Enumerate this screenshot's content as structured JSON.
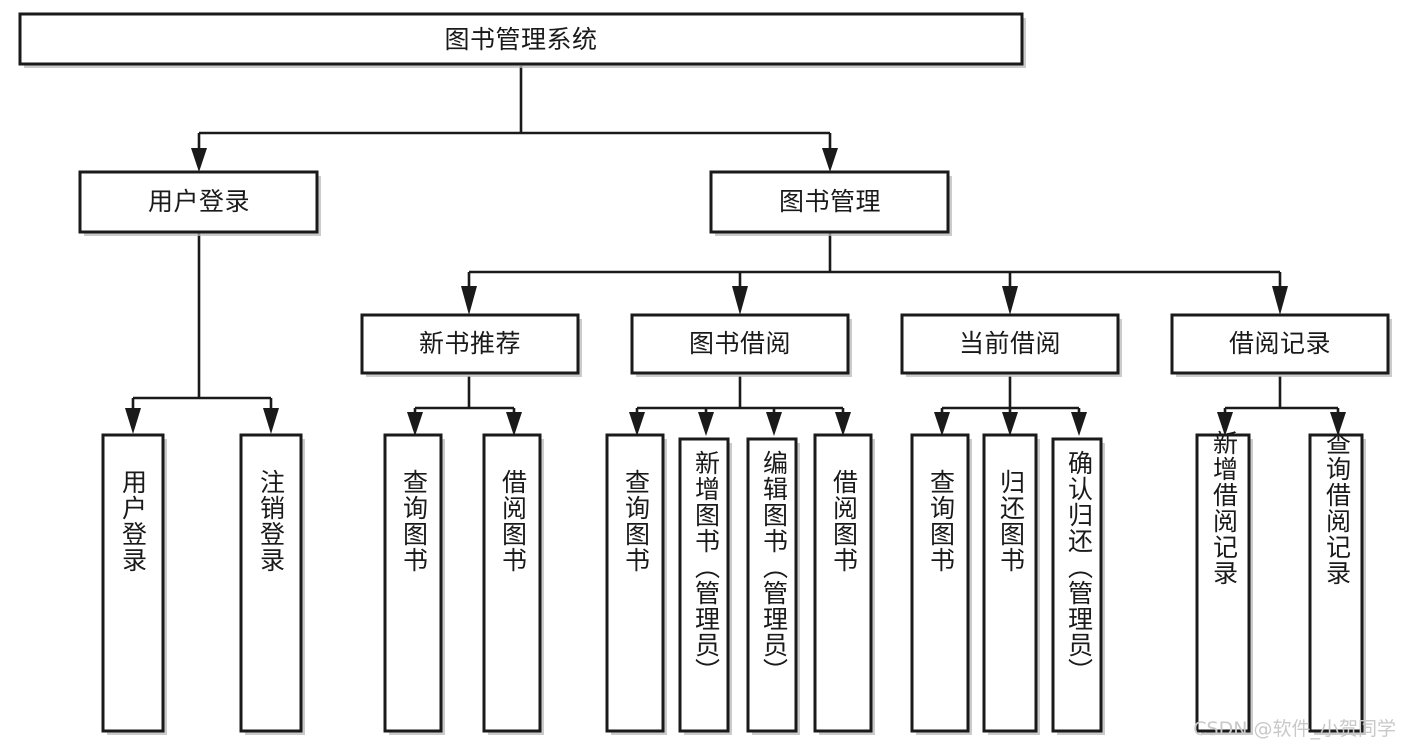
{
  "diagram": {
    "title": "图书管理系统",
    "type": "tree-hierarchy",
    "watermark": "CSDN @软件_小贺同学",
    "colors": {
      "box_stroke": "#1a1a1a",
      "box_fill": "#ffffff",
      "connector": "#1a1a1a",
      "shadow": "#b9b9b9",
      "watermark": "#c9c9c9",
      "background": "#ffffff"
    },
    "nodes": {
      "root": {
        "label": "图书管理系统",
        "level": 1
      },
      "l2": [
        {
          "id": "user-login",
          "label": "用户登录",
          "level": 2
        },
        {
          "id": "book-manage",
          "label": "图书管理",
          "level": 2
        }
      ],
      "l3": [
        {
          "id": "new-book-recommend",
          "label": "新书推荐",
          "level": 3,
          "parent": "book-manage"
        },
        {
          "id": "book-borrow",
          "label": "图书借阅",
          "level": 3,
          "parent": "book-manage"
        },
        {
          "id": "current-borrow",
          "label": "当前借阅",
          "level": 3,
          "parent": "book-manage"
        },
        {
          "id": "borrow-record",
          "label": "借阅记录",
          "level": 3,
          "parent": "book-manage"
        }
      ],
      "leaves": [
        {
          "id": "leaf-user-login",
          "label": "用户登录",
          "parent": "user-login"
        },
        {
          "id": "leaf-logout-login",
          "label": "注销登录",
          "parent": "user-login"
        },
        {
          "id": "leaf-query-book-1",
          "label": "查询图书",
          "parent": "new-book-recommend"
        },
        {
          "id": "leaf-borrow-book-1",
          "label": "借阅图书",
          "parent": "new-book-recommend"
        },
        {
          "id": "leaf-query-book-2",
          "label": "查询图书",
          "parent": "book-borrow"
        },
        {
          "id": "leaf-add-book",
          "label": "新增图书（管理员）",
          "parent": "book-borrow"
        },
        {
          "id": "leaf-edit-book",
          "label": "编辑图书（管理员）",
          "parent": "book-borrow"
        },
        {
          "id": "leaf-borrow-book-2",
          "label": "借阅图书",
          "parent": "book-borrow"
        },
        {
          "id": "leaf-query-book-3",
          "label": "查询图书",
          "parent": "current-borrow"
        },
        {
          "id": "leaf-return-book",
          "label": "归还图书",
          "parent": "current-borrow"
        },
        {
          "id": "leaf-confirm-return",
          "label": "确认归还（管理员）",
          "parent": "current-borrow"
        },
        {
          "id": "leaf-add-record",
          "label": "新增借阅记录",
          "parent": "borrow-record"
        },
        {
          "id": "leaf-query-record",
          "label": "查询借阅记录",
          "parent": "borrow-record"
        }
      ]
    }
  }
}
